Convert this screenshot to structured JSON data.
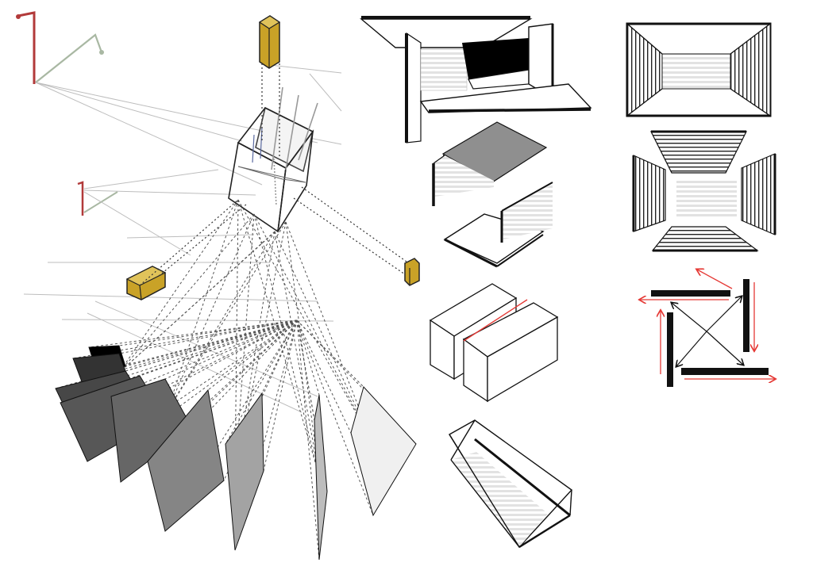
{
  "colors": {
    "background": "#ffffff",
    "ink": "#111111",
    "gold": "#c9a227",
    "gold_dark": "#8a6d12",
    "red": "#e53935",
    "dark_red": "#b23a3a",
    "sage": "#a9b8a3",
    "pale_stripe": "#d9d9d9",
    "guide": "#bdbdbd"
  },
  "icons": [
    "isometric-cube-icon",
    "gold-block-icon",
    "lamp-post-icon",
    "projection-plane-icon",
    "open-room-icon",
    "tilted-slab-icon",
    "twin-blocks-icon",
    "channel-box-icon",
    "frame-room-icon",
    "exploded-room-icon",
    "rotating-walls-icon"
  ],
  "diagram": {
    "projection_planes": [
      {
        "shade": 0.0
      },
      {
        "shade": 0.2
      },
      {
        "shade": 0.28
      },
      {
        "shade": 0.34
      },
      {
        "shade": 0.4
      },
      {
        "shade": 0.52
      },
      {
        "shade": 0.64
      },
      {
        "shade": 0.74
      },
      {
        "shade": 0.94
      }
    ],
    "circulation_arrows": [
      "top",
      "right",
      "bottom",
      "left"
    ]
  }
}
